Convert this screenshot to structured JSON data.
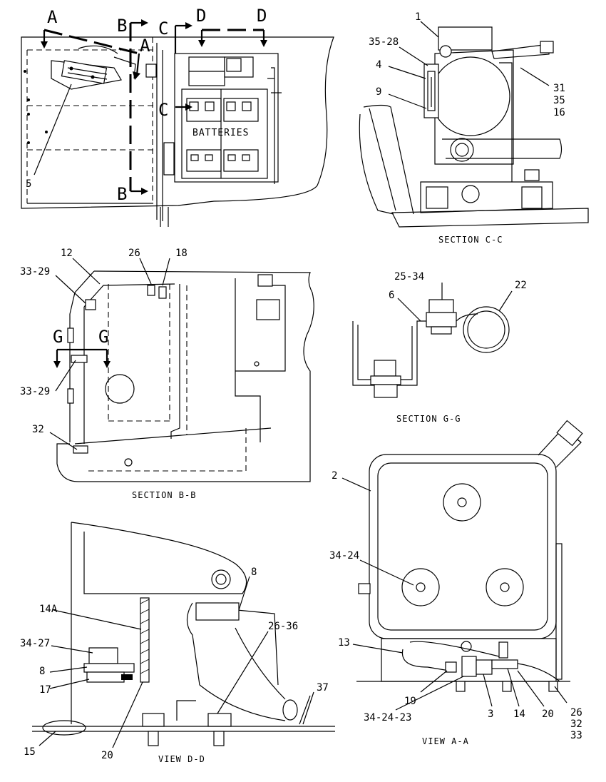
{
  "section_markers": {
    "A": "A",
    "B": "B",
    "C": "C",
    "D": "D",
    "G": "G"
  },
  "top_left_view": {
    "batteries_label": "BATTERIES",
    "callout_5": "5"
  },
  "section_cc": {
    "caption": "SECTION C-C",
    "callouts": [
      "1",
      "35-28",
      "4",
      "9",
      "31",
      "35",
      "16"
    ]
  },
  "section_bb": {
    "caption": "SECTION B-B",
    "callouts": [
      "12",
      "26",
      "18",
      "33-29",
      "33-29",
      "32"
    ]
  },
  "section_gg": {
    "caption": "SECTION G-G",
    "callouts": [
      "25-34",
      "6",
      "22"
    ]
  },
  "view_dd": {
    "caption": "VIEW D-D",
    "callouts": [
      "8",
      "14A",
      "26-36",
      "34-27",
      "8",
      "17",
      "37",
      "15",
      "20"
    ]
  },
  "view_aa": {
    "caption": "VIEW A-A",
    "callouts": [
      "2",
      "34-24",
      "13",
      "19",
      "3",
      "14",
      "20",
      "26",
      "32",
      "33",
      "34-24-23"
    ]
  }
}
